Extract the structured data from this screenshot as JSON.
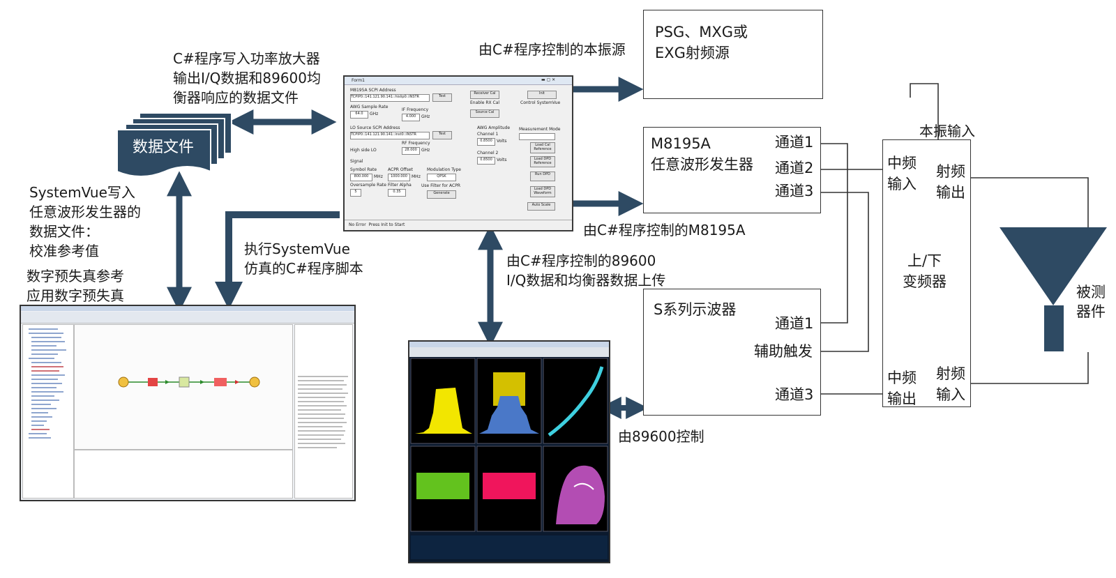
{
  "labels": {
    "csharp_write_pa": "C#程序写入功率放大器\n输出I/Q数据和89600均\n衡器响应的数据文件",
    "lo_control": "由C#程序控制的本振源",
    "m8195a_control": "由C#程序控制的M8195A",
    "systemvue_write": "SystemVue写入\n任意波形发生器的\n数据文件：\n校准参考值",
    "dpd_apply": "数字预失真参考\n应用数字预失真",
    "exec_systemvue": "执行SystemVue\n仿真的C#程序脚本",
    "iq_upload": "由C#程序控制的89600\nI/Q数据和均衡器数据上传",
    "ctrl_89600": "由89600控制",
    "lo_input": "本振输入"
  },
  "data_file": "数据文件",
  "blocks": {
    "psg": {
      "title": "PSG、MXG或\nEXG射频源"
    },
    "m8195a": {
      "title": "M8195A\n任意波形发生器",
      "ch1": "通道1",
      "ch2": "通道2",
      "ch3": "通道3"
    },
    "scope": {
      "title": "S系列示波器",
      "ch1": "通道1",
      "aux": "辅助触发",
      "ch3": "通道3"
    },
    "converter": {
      "if_in": "中频\n输入",
      "rf_out": "射频\n输出",
      "center": "上/下\n变频器",
      "if_out": "中频\n输出",
      "rf_in": "射频\n输入"
    },
    "dut": {
      "label": "被测\n器件"
    }
  },
  "form1": {
    "title": "Form1",
    "scpi_label": "M8195A SCPI Address",
    "scpi_value": "TCPIP0::141.121.90.141::hislip0::INSTR",
    "test": "Test",
    "awg_rate_label": "AWG Sample Rate",
    "awg_rate_value": "64.0",
    "ghz": "GHz",
    "if_freq_label": "IF Frequency",
    "if_freq_value": "4.000",
    "lo_label": "LO Source SCPI Address",
    "lo_value": "TCPIP0::141.121.90.141::inst0::INSTR",
    "rf_freq_label": "RF Frequency",
    "rf_freq_value": "28.000",
    "high_side": "High side LO",
    "signal": "Signal",
    "symbol_rate": "Symbol Rate",
    "symbol_value": "800.000",
    "mhz": "MHz",
    "acpr_offset": "ACPR Offset",
    "acpr_value": "1000.000",
    "mod_type": "Modulation Type",
    "mod_value": "QPSK",
    "oversample": "Oversample Rate",
    "oversample_value": "5",
    "filter_alpha": "Filter Alpha",
    "alpha_value": "0.35",
    "use_filter": "Use Filter for ACPR",
    "generate": "Generate",
    "receiver_cal": "Receiver Cal",
    "enable_rx": "Enable RX Cal",
    "source_cal": "Source Cal",
    "init": "Init",
    "control_sv": "Control SystemVue",
    "awg_amp": "AWG Amplitude",
    "channel1": "Channel 1",
    "ch1_value": "0.8500",
    "volts": "Volts",
    "channel2": "Channel 2",
    "ch2_value": "0.8500",
    "meas_mode": "Measurement Mode",
    "load_cal": "Load Cal\nReference",
    "load_dpd": "Load DPD\nReference",
    "run_dpd": "Run DPD",
    "load_dpd_wave": "Load DPD\nWaveform",
    "auto_scale": "Auto Scale",
    "status": "No Error  Press Init to Start"
  },
  "colors": {
    "arrow": "#2e4a63",
    "yellow": "#f2e600",
    "blue": "#4a78c8",
    "green": "#63c21e",
    "pink": "#f0155c",
    "cyan": "#3fd0e0",
    "magenta": "#e060e0"
  }
}
